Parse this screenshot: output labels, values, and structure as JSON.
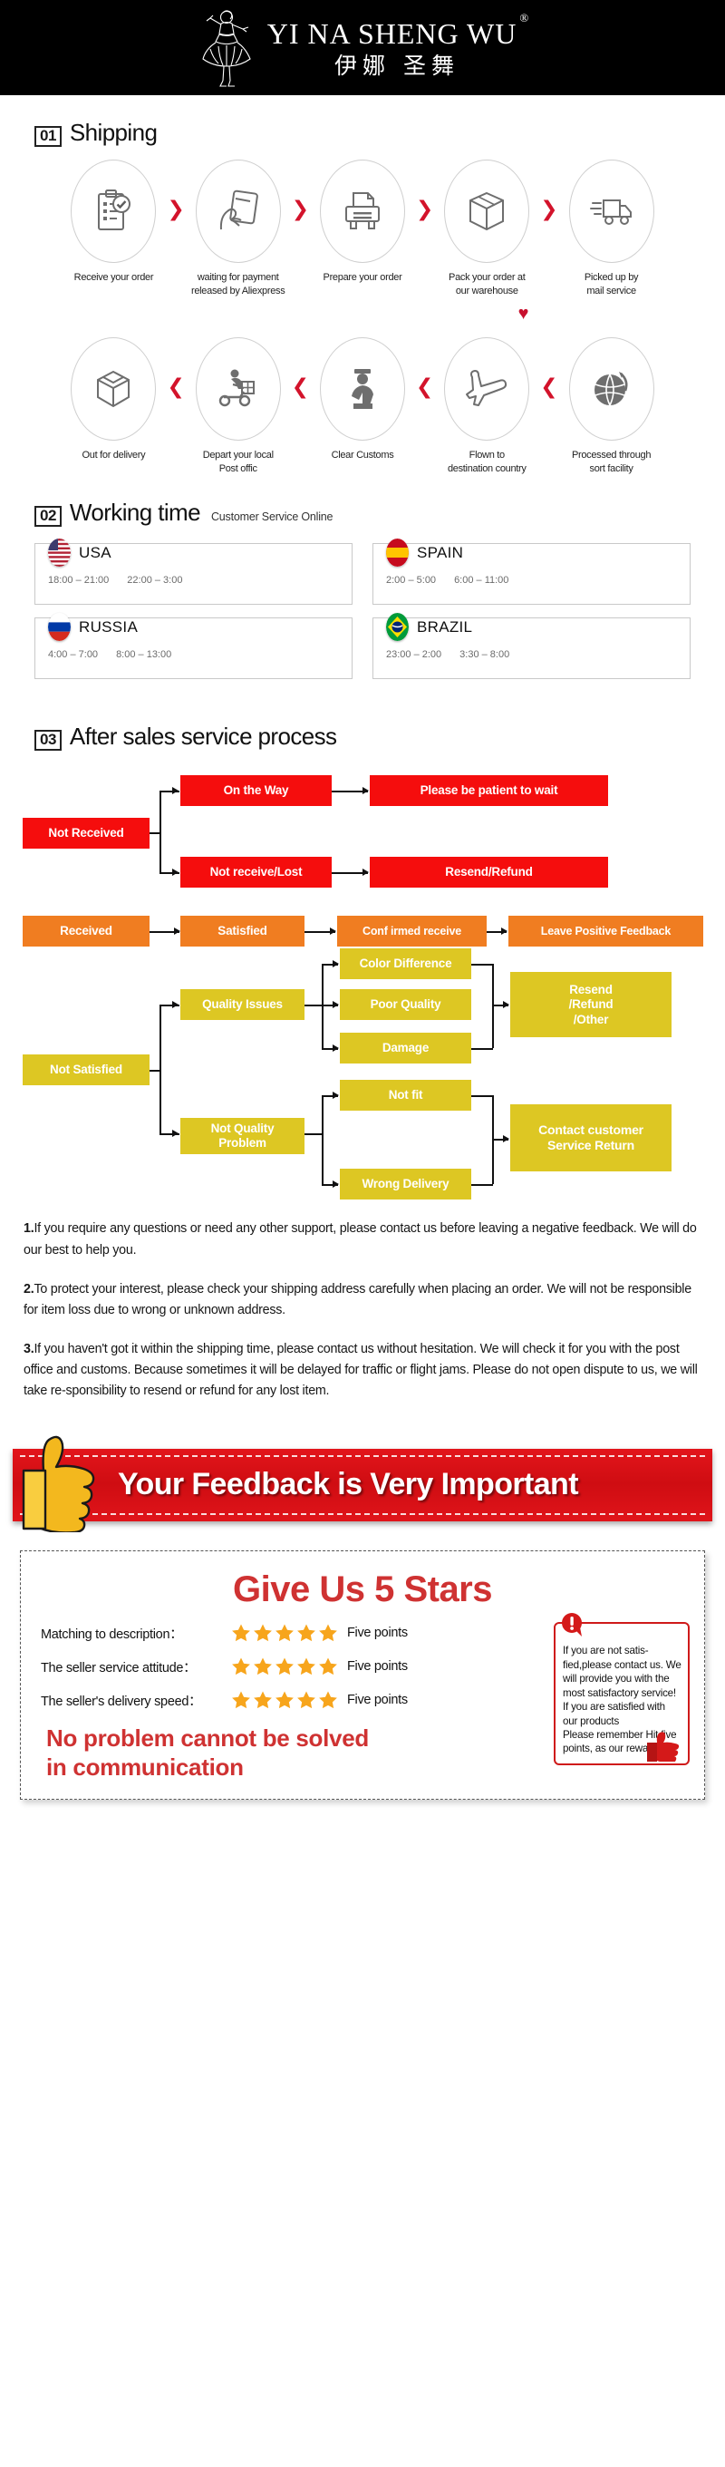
{
  "header": {
    "brand_en": "YI NA SHENG WU",
    "registered_mark": "®",
    "brand_cn": "伊娜 圣舞",
    "logo_icon": "dancer-logo"
  },
  "shipping": {
    "number": "01",
    "title": "Shipping",
    "row1": [
      {
        "icon": "clipboard-check-icon",
        "label": "Receive your order"
      },
      {
        "icon": "hand-card-icon",
        "label": "waiting for payment\nreleased by Aliexpress"
      },
      {
        "icon": "printer-icon",
        "label": "Prepare your order"
      },
      {
        "icon": "box-icon",
        "label": "Pack your order at\nour warehouse"
      },
      {
        "icon": "truck-icon",
        "label": "Picked up by\nmail service"
      }
    ],
    "row2": [
      {
        "icon": "open-box-icon",
        "label": "Out  for delivery"
      },
      {
        "icon": "scooter-courier-icon",
        "label": "Depart your local\nPost offic"
      },
      {
        "icon": "customs-officer-icon",
        "label": "Clear Customs"
      },
      {
        "icon": "airplane-icon",
        "label": "Flown to\ndestination country"
      },
      {
        "icon": "globe-icon",
        "label": "Processed through\nsort facility"
      }
    ],
    "separator_icon": "chevron-right-icon",
    "separator_back_icon": "chevron-left-icon",
    "turn_icon": "heart-icon",
    "arrow_color": "#d3132b"
  },
  "working_time": {
    "number": "02",
    "title": "Working time",
    "subtitle": "Customer Service Online",
    "cards": [
      {
        "country": "USA",
        "flag": "flag-usa",
        "times": [
          "18:00 – 21:00",
          "22:00 – 3:00"
        ]
      },
      {
        "country": "SPAIN",
        "flag": "flag-spain",
        "times": [
          "2:00 – 5:00",
          "6:00 – 11:00"
        ]
      },
      {
        "country": "RUSSIA",
        "flag": "flag-russia",
        "times": [
          "4:00 – 7:00",
          "8:00 – 13:00"
        ]
      },
      {
        "country": "BRAZIL",
        "flag": "flag-brazil",
        "times": [
          "23:00 – 2:00",
          "3:30 – 8:00"
        ]
      }
    ]
  },
  "after_sales": {
    "number": "03",
    "title": "After sales service process",
    "colors": {
      "red": "#f50d0d",
      "orange": "#f07d21",
      "yellow": "#ddc723"
    },
    "red_flow": {
      "root": "Not Received",
      "branch_a": "On the Way",
      "branch_a_result": "Please be patient to wait",
      "branch_b": "Not receive/Lost",
      "branch_b_result": "Resend/Refund"
    },
    "orange_flow": {
      "step1": "Received",
      "step2": "Satisfied",
      "step3": "Conf irmed receive",
      "step4": "Leave Positive Feedback"
    },
    "yellow_flow": {
      "root": "Not Satisfied",
      "group1": "Quality Issues",
      "group1_items": [
        "Color Difference",
        "Poor Quality",
        "Damage"
      ],
      "group1_result": "Resend\n/Refund\n/Other",
      "group2": "Not Quality\nProblem",
      "group2_items": [
        "Not fit",
        "Wrong Delivery"
      ],
      "group2_result": "Contact customer\nService Return"
    }
  },
  "notes": [
    {
      "num": "1.",
      "text": "If you require any questions or need any other support, please contact us before leaving a negative feedback. We will do our best to help you."
    },
    {
      "num": "2.",
      "text": "To protect your interest, please check your shipping address carefully when placing an order. We will not be responsible for item loss due to wrong or unknown address."
    },
    {
      "num": "3.",
      "text": "If you haven't got it within the shipping time, please contact us without hesitation. We will check it for you with the post office and customs. Because sometimes it will be delayed for traffic or flight jams. Please do not open dispute to us, we will take re-sponsibility to resend or refund for any lost item."
    }
  ],
  "feedback_banner": {
    "text": "Your Feedback is Very Important",
    "icon": "thumbs-up-icon",
    "bar_color": "#d81016"
  },
  "stars_panel": {
    "heading": "Give Us 5 Stars",
    "rows": [
      {
        "label": "Matching to description：",
        "stars": 5,
        "points": "Five points"
      },
      {
        "label": "The seller service attitude：",
        "stars": 5,
        "points": "Five points"
      },
      {
        "label": "The seller's delivery speed：",
        "stars": 5,
        "points": "Five points"
      }
    ],
    "footer": "No problem cannot be solved\nin communication",
    "warning": {
      "icon": "exclamation-icon",
      "thumb_icon": "thumbs-up-small-icon",
      "text": "If you are not satis-fied,please contact us. We will provide you with the most satisfactory service!\nIf you are satisfied with our products\nPlease remember Hit five points, as our reward!"
    },
    "star_color": "#f5a623",
    "heading_color": "#cf3232"
  }
}
